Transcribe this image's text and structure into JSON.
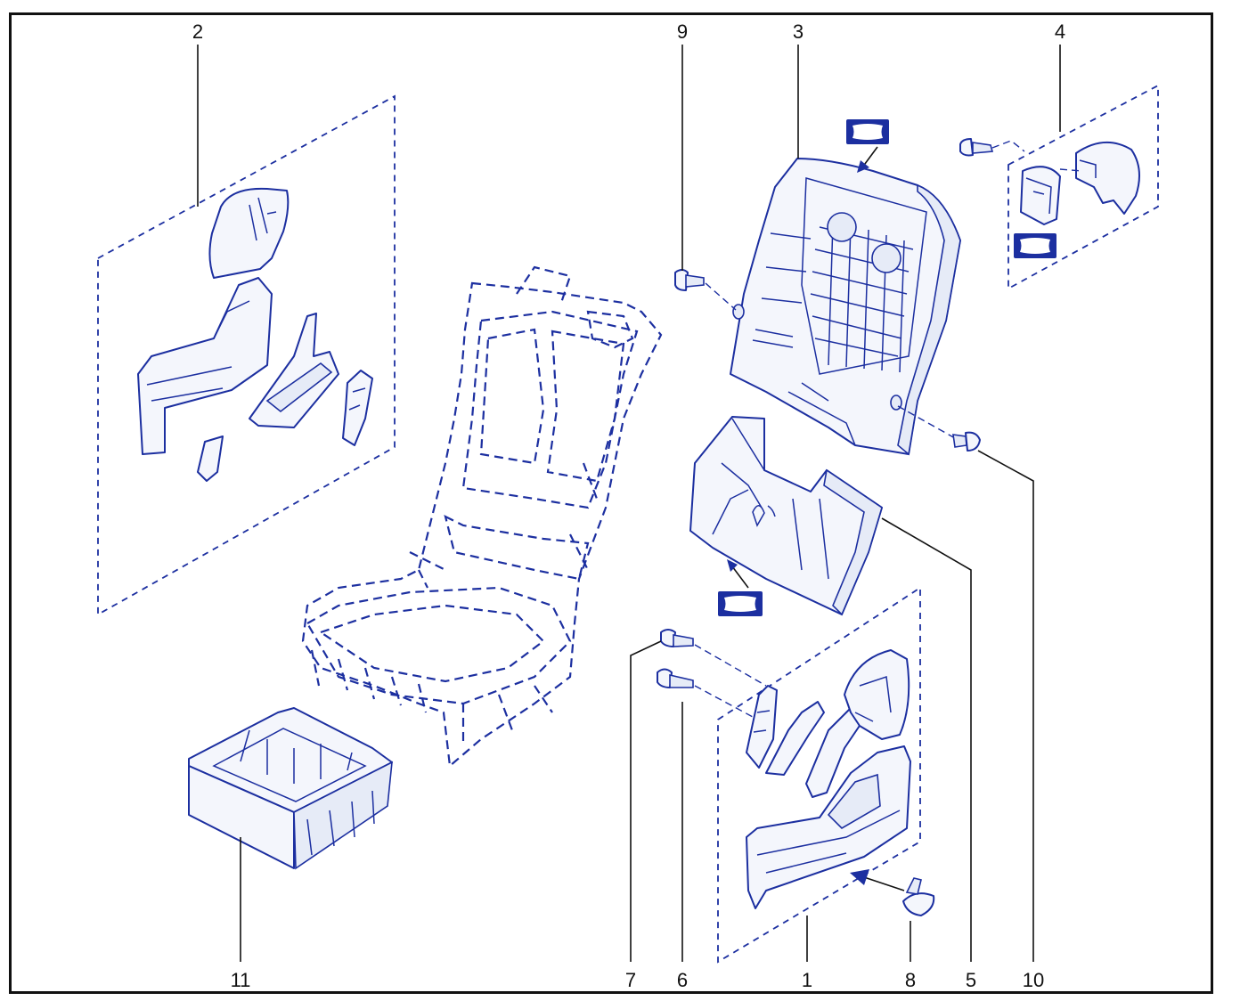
{
  "callouts": [
    "1",
    "2",
    "3",
    "4",
    "5",
    "6",
    "7",
    "8",
    "9",
    "10",
    "11"
  ],
  "icons": {
    "symbol": "grease-symbol-icon",
    "arrow": "arrow-icon"
  },
  "colors": {
    "line": "#1c2fa0",
    "fill": "#f4f6fc",
    "frame": "#111111"
  }
}
